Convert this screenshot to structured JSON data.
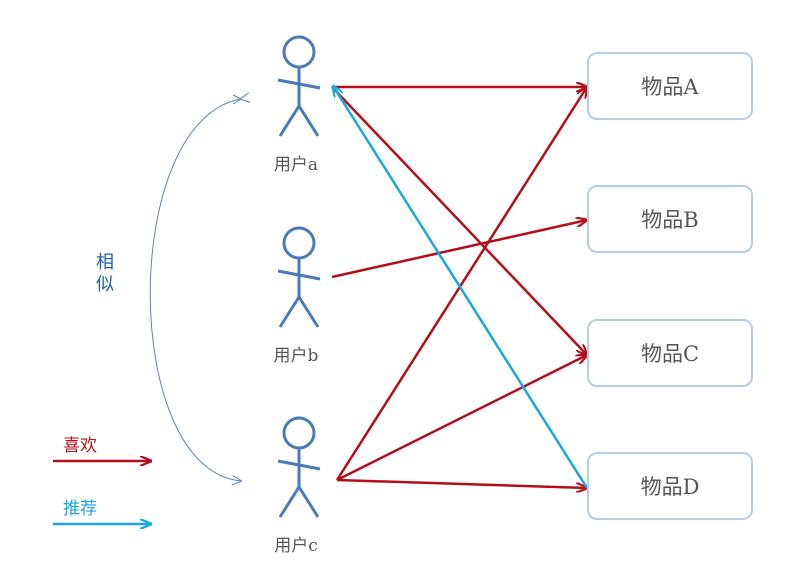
{
  "users": [
    {
      "label": "用户a"
    },
    {
      "label": "用户b"
    },
    {
      "label": "用户c"
    }
  ],
  "items": [
    {
      "label": "物品A"
    },
    {
      "label": "物品B"
    },
    {
      "label": "物品C"
    },
    {
      "label": "物品D"
    }
  ],
  "similarity_label": "相似",
  "legend": {
    "like": {
      "label": "喜欢",
      "color": "#b30f1b"
    },
    "recommend": {
      "label": "推荐",
      "color": "#1aa6e0"
    }
  },
  "edges": [
    {
      "from": "用户a",
      "to": "物品A",
      "relation": "like"
    },
    {
      "from": "用户a",
      "to": "物品C",
      "relation": "like"
    },
    {
      "from": "用户b",
      "to": "物品B",
      "relation": "like"
    },
    {
      "from": "用户c",
      "to": "物品A",
      "relation": "like"
    },
    {
      "from": "用户c",
      "to": "物品C",
      "relation": "like"
    },
    {
      "from": "用户c",
      "to": "物品D",
      "relation": "like"
    },
    {
      "from": "物品D",
      "to": "用户a",
      "relation": "recommend"
    }
  ],
  "colors": {
    "user_figure": "#4a7ab8",
    "item_border": "#b9cde2",
    "text": "#555555",
    "similarity_arc": "#5b84b8"
  }
}
